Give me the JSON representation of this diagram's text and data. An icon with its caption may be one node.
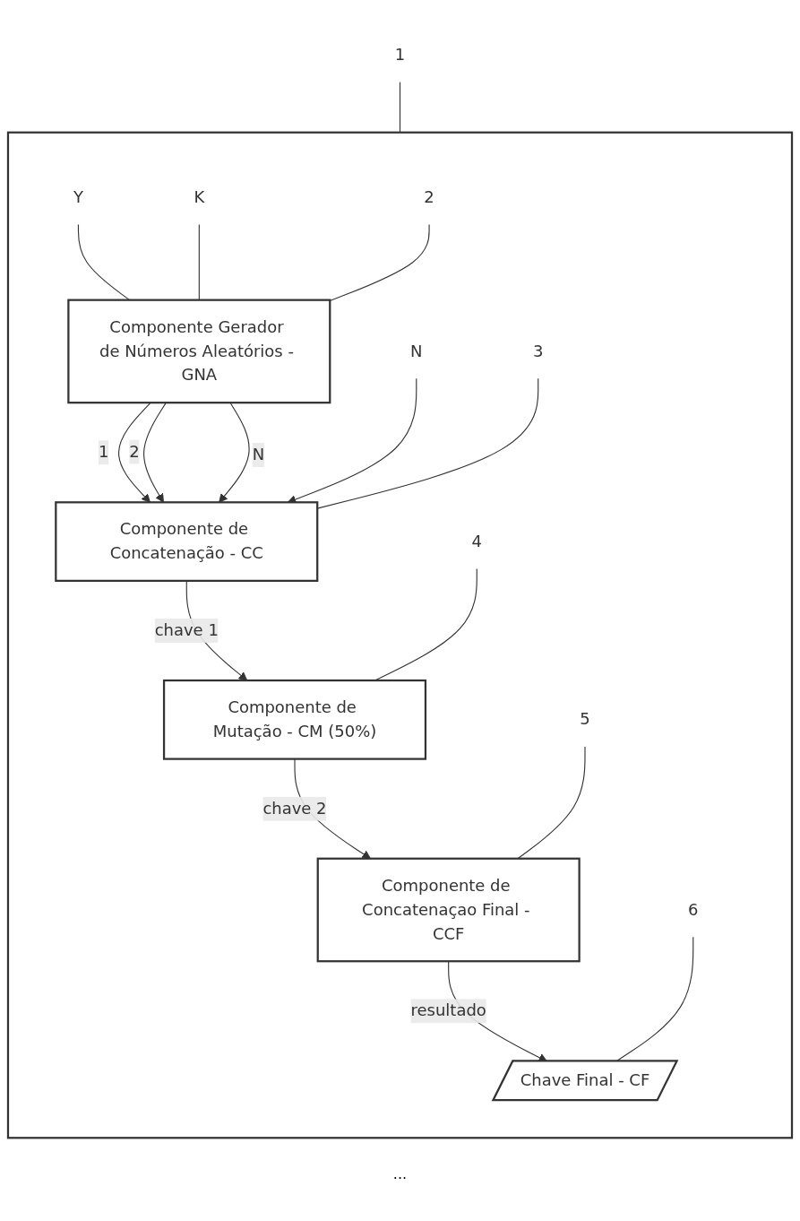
{
  "diagram": {
    "nodes": [
      {
        "text": [],
        "shape": "box"
      },
      {
        "text": [
          "Y"
        ],
        "in": 0
      },
      {
        "text": [
          "K"
        ],
        "in": 0
      },
      {
        "text": [
          "Componente Gerador de Números Aleatórios - GNA"
        ],
        "in": 0
      },
      {
        "text": [
          "Componente de Concatenação - CC"
        ],
        "in": 0
      },
      {
        "text": [
          "N"
        ],
        "in": 0
      },
      {
        "text": [
          "Componente de Mutação - CM (50%)"
        ],
        "in": 0
      },
      {
        "text": [
          "Componente de Concatenaçao Final - CCF"
        ],
        "in": 0
      },
      {
        "text": [
          "Chave Final - CF"
        ],
        "in": 0
      },
      {
        "text": [
          "1"
        ]
      },
      {
        "text": [
          "2"
        ],
        "in": 0
      },
      {
        "text": [
          "3"
        ],
        "in": 0
      },
      {
        "text": [
          "4"
        ],
        "in": 0
      },
      {
        "text": [
          "5"
        ],
        "in": 0
      },
      {
        "text": [
          "6"
        ],
        "in": 0
      }
    ],
    "edges": [
      {
        "from": 1,
        "to": 3,
        "arrow": "none"
      },
      {
        "from": 2,
        "to": 3,
        "arrow": "none"
      },
      {
        "from": 3,
        "to": 4,
        "label": "1",
        "arrow": "to"
      },
      {
        "from": 3,
        "to": 4,
        "label": "2",
        "arrow": "to"
      },
      {
        "from": 3,
        "to": 4,
        "label": "N",
        "arrow": "to"
      },
      {
        "from": 5,
        "to": 4,
        "arrow": "to"
      },
      {
        "from": 4,
        "to": 6,
        "label": "chave 1",
        "arrow": "to"
      },
      {
        "from": 6,
        "to": 7,
        "label": "chave 2",
        "arrow": "to"
      },
      {
        "from": 7,
        "to": 8,
        "label": "resultado",
        "arrow": "to"
      },
      {
        "from": 9,
        "to": 0,
        "arrow": "none"
      },
      {
        "from": 10,
        "to": 3,
        "arrow": "none"
      },
      {
        "from": 11,
        "to": 4,
        "arrow": "none"
      },
      {
        "from": 12,
        "to": 6,
        "arrow": "none"
      },
      {
        "from": 13,
        "to": 7,
        "arrow": "none"
      },
      {
        "from": 14,
        "to": 8,
        "arrow": "none"
      }
    ],
    "labels": [
      "..."
    ]
  }
}
